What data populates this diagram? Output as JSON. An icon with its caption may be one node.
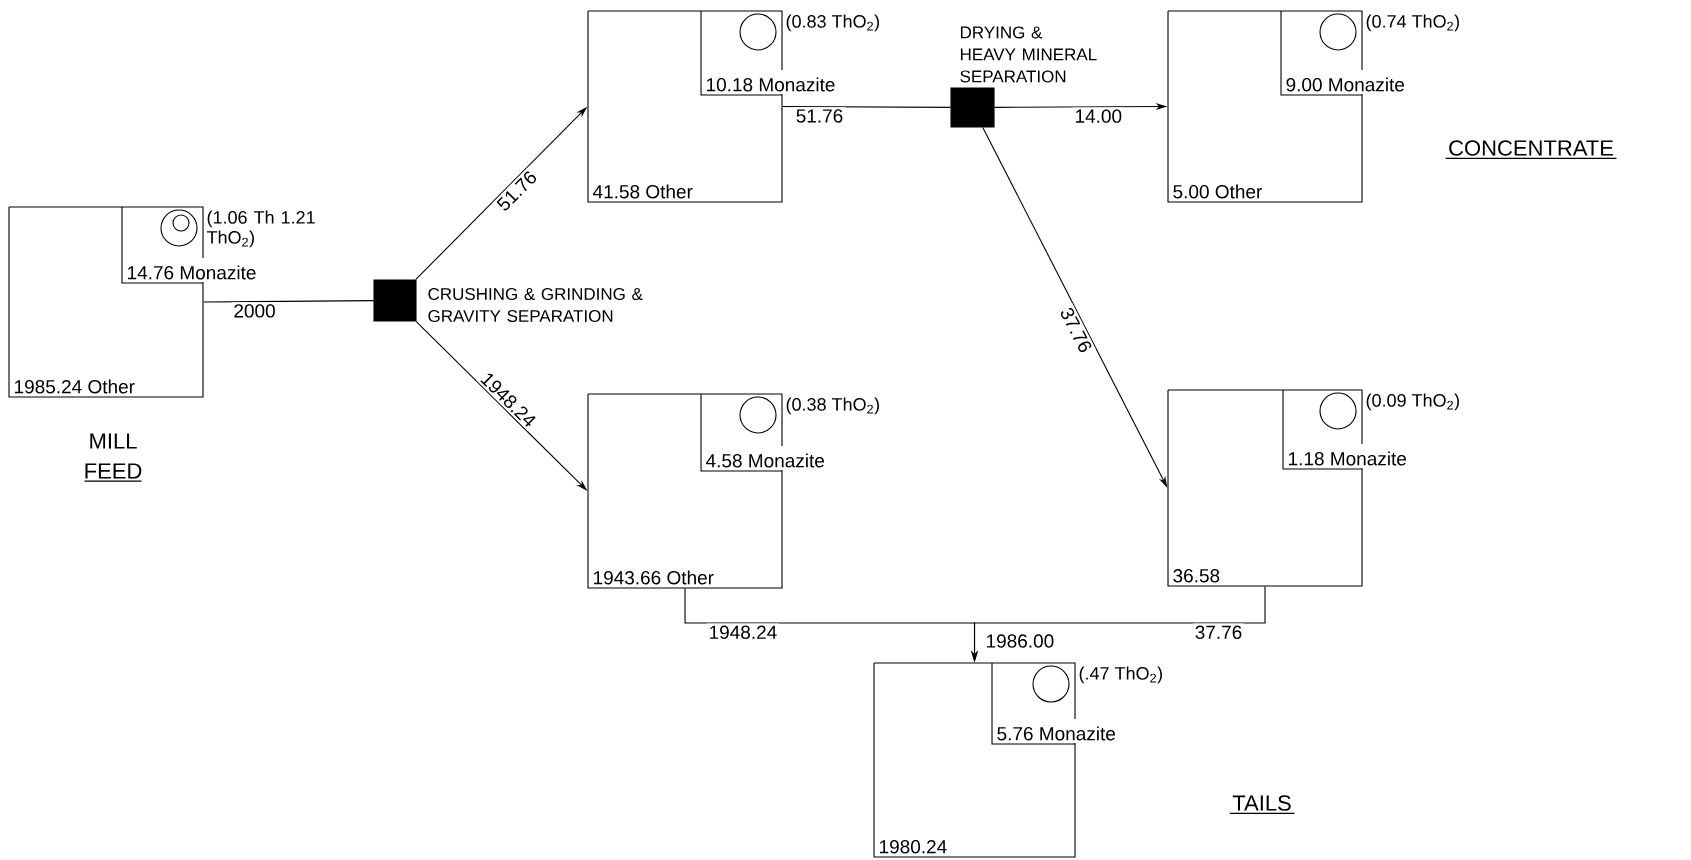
{
  "diagram": {
    "nodes": [
      {
        "text": [
          "1985.24 Other"
        ],
        "beside": [
          "MILL FEED"
        ]
      },
      {
        "text": [],
        "shape": "box",
        "in": 0,
        "beside": [
          "14.76 Monazite"
        ]
      },
      {
        "text": [],
        "shape": "circle",
        "in": 1,
        "beside": [
          "(1.06 Th 1.21 ThO$_{2}$)"
        ]
      },
      {
        "text": [],
        "shape": "box",
        "beside": [
          "CRUSHING & GRINDING & GRAVITY SEPARATION"
        ]
      },
      {
        "text": [
          "41.58 Other"
        ]
      },
      {
        "text": [],
        "shape": "box",
        "in": 4,
        "beside": [
          "10.18 Monazite"
        ]
      },
      {
        "text": [],
        "shape": "circle",
        "in": 5,
        "beside": [
          "(0.83 ThO$_{2}$)"
        ]
      },
      {
        "text": [],
        "shape": "box",
        "beside": [
          "DRYING & HEAVY MINERAL SEPARATION"
        ]
      },
      {
        "text": [
          "5.00 Other"
        ]
      },
      {
        "text": [],
        "shape": "box",
        "in": 8,
        "beside": [
          "9.00 Monazite"
        ]
      },
      {
        "text": [],
        "shape": "circle",
        "in": 9,
        "beside": [
          "(0.74 ThO$_{2}$)"
        ]
      },
      {
        "text": [
          "1943.66 Other"
        ]
      },
      {
        "text": [],
        "shape": "box",
        "in": 11,
        "beside": [
          "4.58 Monazite"
        ]
      },
      {
        "text": [],
        "shape": "circle",
        "in": 12,
        "beside": [
          "(0.38 ThO$_{2}$)"
        ]
      },
      {
        "text": [
          "36.58"
        ]
      },
      {
        "text": [],
        "shape": "box",
        "in": 14,
        "beside": [
          "1.18 Monazite"
        ]
      },
      {
        "text": [],
        "shape": "circle",
        "in": 15,
        "beside": [
          "(0.09 ThO$_{2}$)"
        ]
      },
      {
        "text": [
          "1980.24"
        ]
      },
      {
        "text": [],
        "shape": "box",
        "in": 17,
        "beside": [
          "5.76 Monazite"
        ]
      },
      {
        "text": [],
        "shape": "circle",
        "in": 18,
        "beside": [
          "(.47 ThO$_{2}$)"
        ]
      }
    ],
    "edges": [
      {
        "from": 0,
        "to": 3,
        "arrow": "none",
        "label": "2000"
      },
      {
        "from": 3,
        "to": 4,
        "arrow": "to",
        "label": "51.76"
      },
      {
        "from": 3,
        "to": 11,
        "arrow": "to",
        "label": "1948.24"
      },
      {
        "from": 4,
        "to": 7,
        "arrow": "none",
        "label": "51.76"
      },
      {
        "from": 7,
        "to": 8,
        "arrow": "to",
        "label": "14.00"
      },
      {
        "from": 7,
        "to": 14,
        "arrow": "to",
        "label": "37.76"
      },
      {
        "from": 11,
        "to": 17,
        "arrow": "to",
        "label": "1948.24"
      },
      {
        "from": 14,
        "to": 17,
        "arrow": "to",
        "label": "37.76"
      }
    ],
    "labels": [
      "CONCENTRATE",
      "1986.00",
      "TAILS"
    ]
  }
}
